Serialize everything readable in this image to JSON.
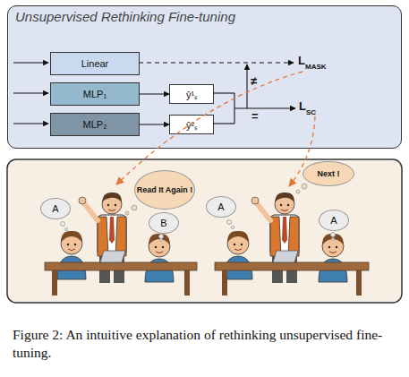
{
  "diagram": {
    "caption": "Figure 2: An intuitive explanation of rethinking unsupervised fine-tuning.",
    "nodes": [
      {
        "text": [
          "Unsupervised Rethinking Fine-tuning"
        ]
      },
      {
        "text": [
          "Linear"
        ],
        "in": 0
      },
      {
        "text": [
          "MLP₁"
        ],
        "in": 0
      },
      {
        "text": [
          "MLP₂"
        ],
        "in": 0
      },
      {
        "text": [
          "ŷ¹ₛ"
        ],
        "in": 0
      },
      {
        "text": [
          "ŷ²ₛ"
        ],
        "in": 0
      },
      {
        "text": [
          "A"
        ]
      },
      {
        "text": [
          "Read It Again !"
        ]
      },
      {
        "text": [
          "B"
        ]
      },
      {
        "text": [
          "A"
        ]
      },
      {
        "text": [
          "Next !"
        ]
      },
      {
        "text": [
          "A"
        ]
      }
    ],
    "edges": [
      {
        "from": 2,
        "to": 4,
        "arrow": "to"
      },
      {
        "from": 3,
        "to": 5,
        "arrow": "to"
      }
    ],
    "labels": [
      "L",
      "MASK",
      "≠",
      "=",
      "L",
      "SC"
    ]
  }
}
